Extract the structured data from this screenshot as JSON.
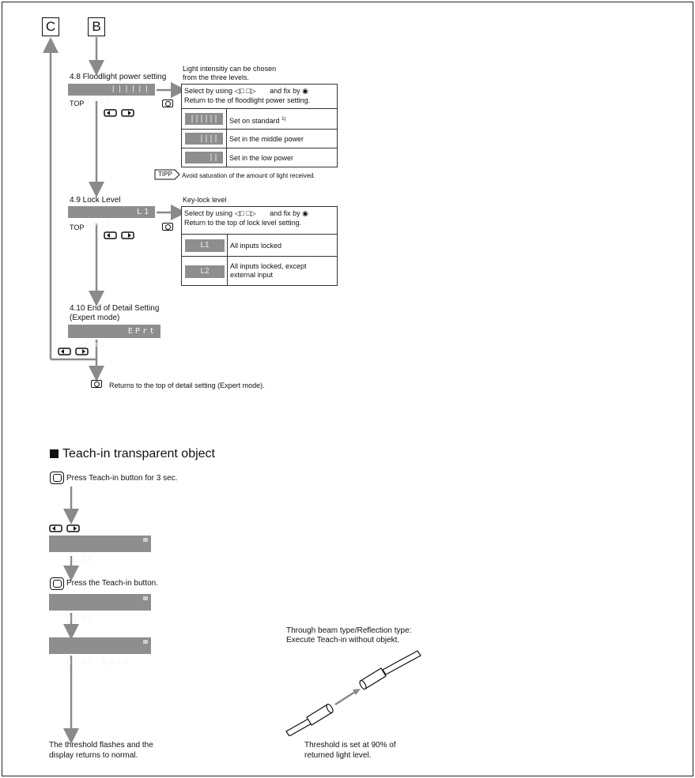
{
  "markers": {
    "c": "C",
    "b": "B"
  },
  "floodlight": {
    "heading": "4.8 Floodlight power setting",
    "display": "SPor",
    "top_label": "TOP",
    "note_line1": "Light intensitiy can be chosen",
    "note_line2": "from the three levels.",
    "instr_line1_a": "Select by using",
    "instr_line1_b": "and fix by",
    "instr_line2": "Return to the of floodlight power setting.",
    "options": [
      {
        "label": "Set on standard",
        "sup": "1)"
      },
      {
        "label": "Set in the middle power"
      },
      {
        "label": "Set in the low power"
      }
    ],
    "tipp_label": "TIPP",
    "tipp_text": "Avoid saturation of the amount of light received."
  },
  "lock": {
    "heading": "4.9 Lock Level",
    "display_left": "LocL",
    "display_right": "L1",
    "top_label": "TOP",
    "note": "Key-lock level",
    "instr_line1_a": "Select by using",
    "instr_line1_b": "and fix by",
    "instr_line2": "Return to the top of lock level setting.",
    "options": [
      {
        "code": "L1",
        "label_line1": "All inputs locked",
        "label_line2": ""
      },
      {
        "code": "L2",
        "label_line1": "All inputs locked, except",
        "label_line2": "external input"
      }
    ]
  },
  "end": {
    "heading_line1": "4.10 End of Detail Setting",
    "heading_line2": "(Expert mode)",
    "display_left": "End",
    "display_right": "EPrt",
    "returns_text": "Returns to the top of detail setting (Expert mode)."
  },
  "teach": {
    "section_title": "Teach-in transparent object",
    "step1_text": "Press Teach-in button for 3 sec.",
    "display1": "gLAS",
    "step2_text": "Press the Teach-in button.",
    "display2": "gLAS",
    "display3": "gLAS good",
    "final_line1": "The threshold flashes and the",
    "final_line2": "display returns to normal.",
    "beam_line1": "Through beam type/Reflection type:",
    "beam_line2": "Execute Teach-in without objekt.",
    "threshold_line1": "Threshold is set at 90% of",
    "threshold_line2": "returned light level."
  }
}
